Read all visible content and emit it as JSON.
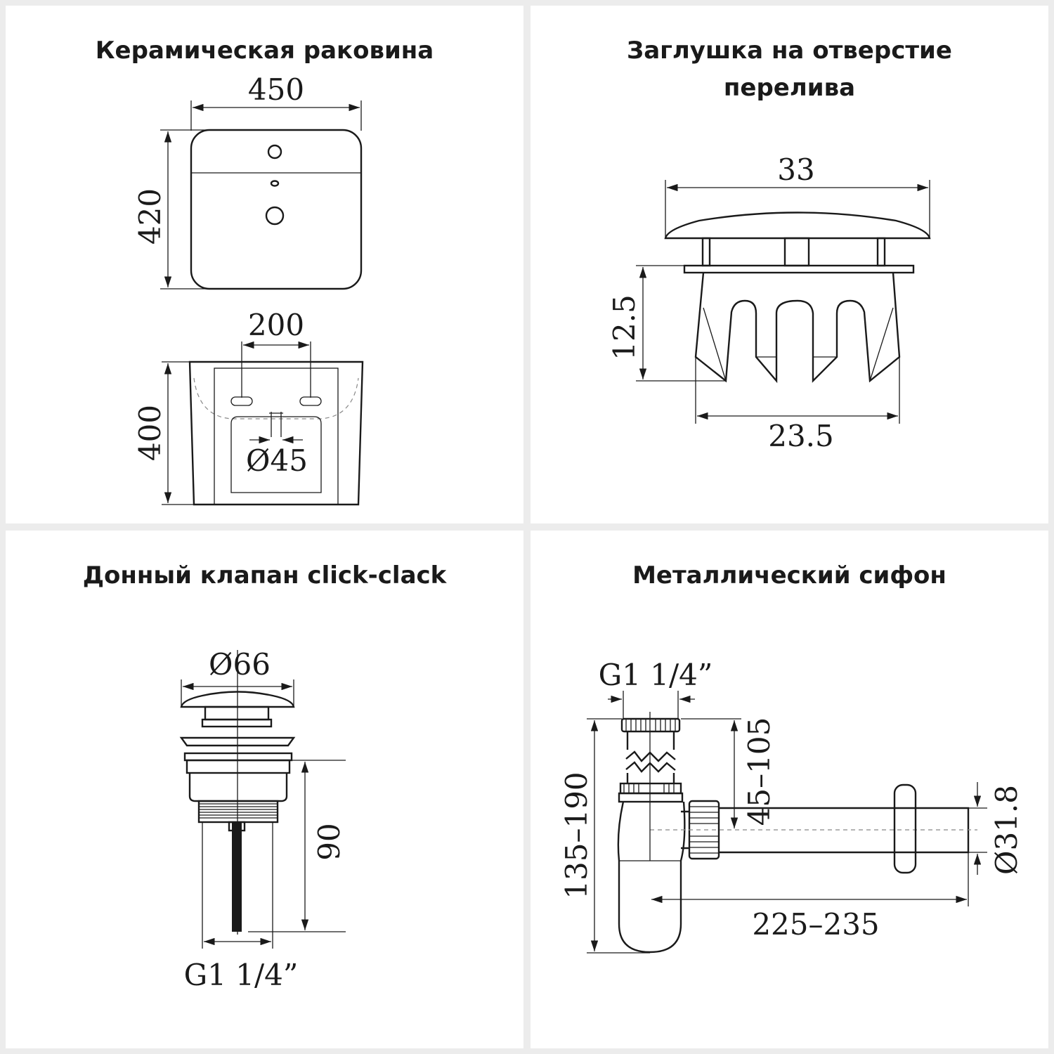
{
  "panels": {
    "sink": {
      "title": "Керамическая раковина"
    },
    "plug": {
      "title_line1": "Заглушка на отверстие",
      "title_line2": "перелива"
    },
    "valve": {
      "title": "Донный клапан click-clack"
    },
    "siphon": {
      "title": "Металлический сифон"
    }
  },
  "dimensions": {
    "sink_width": "450",
    "sink_depth": "420",
    "sink_hole_spacing": "200",
    "sink_height": "400",
    "sink_drain_diameter": "Ø45",
    "plug_cap_diameter": "33",
    "plug_height": "12.5",
    "plug_body_diameter": "23.5",
    "valve_cap_diameter": "Ø66",
    "valve_length": "90",
    "valve_thread": "G1 1/4”",
    "siphon_inlet_thread": "G1 1/4”",
    "siphon_total_height": "135–190",
    "siphon_inlet_height": "45–105",
    "siphon_outlet_diameter": "Ø31.8",
    "siphon_outlet_length": "225–235"
  }
}
